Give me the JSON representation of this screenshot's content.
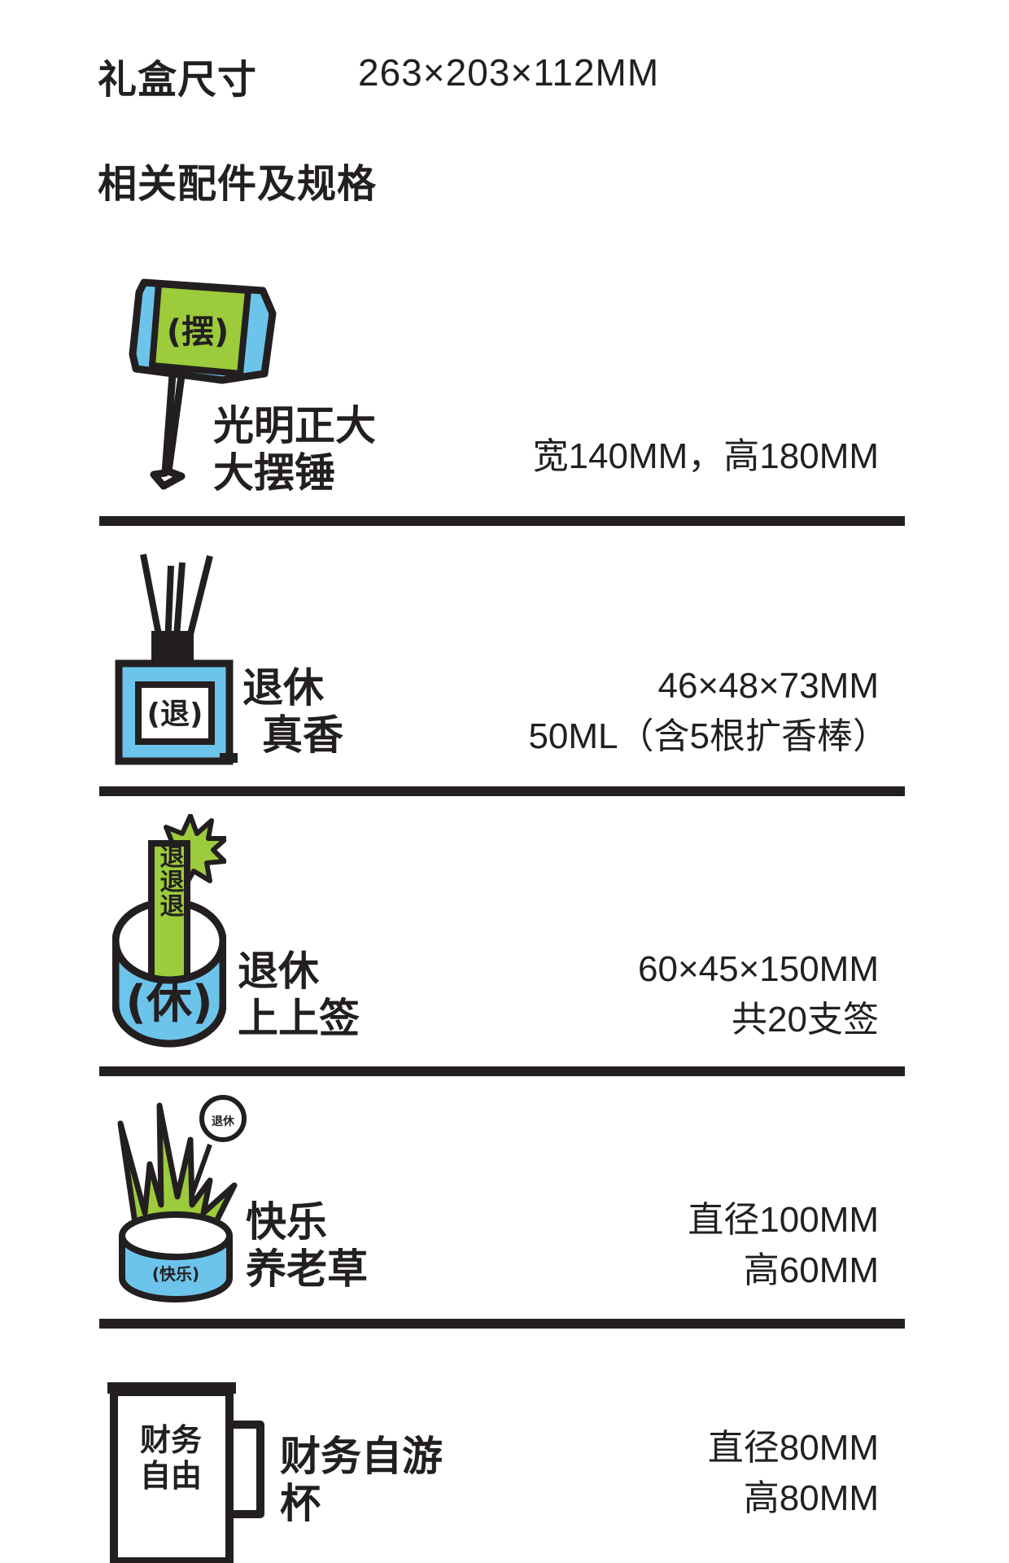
{
  "gift_box": {
    "label": "礼盒尺寸",
    "dimensions": "263×203×112MM"
  },
  "accessories": {
    "heading": "相关配件及规格",
    "items": [
      {
        "name_line1": "光明正大",
        "name_line2": "大摆锤",
        "icon_text": "(摆)",
        "icon": "hammer-icon",
        "spec_line1": "宽140MM，高180MM",
        "spec_line2": ""
      },
      {
        "name_line1": "退休",
        "name_line2": "真香",
        "icon_text": "(退)",
        "icon": "diffuser-icon",
        "spec_line1": "46×48×73MM",
        "spec_line2": "50ML（含5根扩香棒）"
      },
      {
        "name_line1": "退休",
        "name_line2": "上上签",
        "icon_text": "(休)",
        "icon_text_2": "退退退",
        "icon": "fortune-sticks-icon",
        "spec_line1": "60×45×150MM",
        "spec_line2": "共20支签"
      },
      {
        "name_line1": "快乐",
        "name_line2": "养老草",
        "icon_text": "(快乐)",
        "icon_text_2": "退休",
        "icon": "grass-pot-icon",
        "spec_line1": "直径100MM",
        "spec_line2": "高60MM"
      },
      {
        "name_line1": "财务自游",
        "name_line2": "杯",
        "icon_text": "财务",
        "icon_text_2": "自由",
        "icon": "mug-icon",
        "spec_line1": "直径80MM",
        "spec_line2": "高80MM"
      }
    ]
  },
  "colors": {
    "ink": "#231f20",
    "blue": "#6cc4ea",
    "green": "#9ccb3b"
  }
}
